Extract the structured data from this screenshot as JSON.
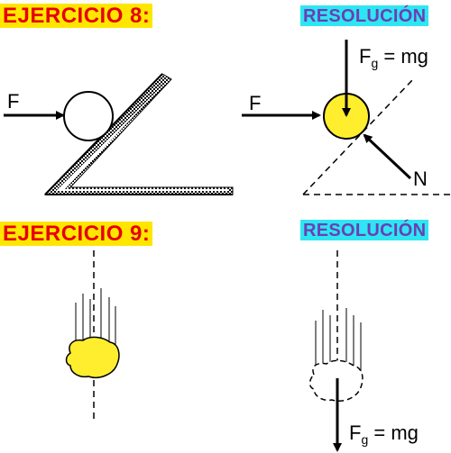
{
  "exercise8": {
    "title": "EJERCICIO 8:",
    "resolution_title": "RESOLUCIÓN",
    "force_applied": "F",
    "weight_main": "F",
    "weight_sub": "g",
    "weight_rest": " = mg",
    "normal": "N"
  },
  "exercise9": {
    "title": "EJERCICIO 9:",
    "resolution_title": "RESOLUCIÓN",
    "weight_main": "F",
    "weight_sub": "g",
    "weight_rest": " = mg"
  },
  "colors": {
    "exercise_text": "#e60000",
    "exercise_bg": "#ffe600",
    "resolution_text": "#6b3fb5",
    "resolution_bg": "#2ee6f2",
    "body_fill": "#ffee2e"
  }
}
